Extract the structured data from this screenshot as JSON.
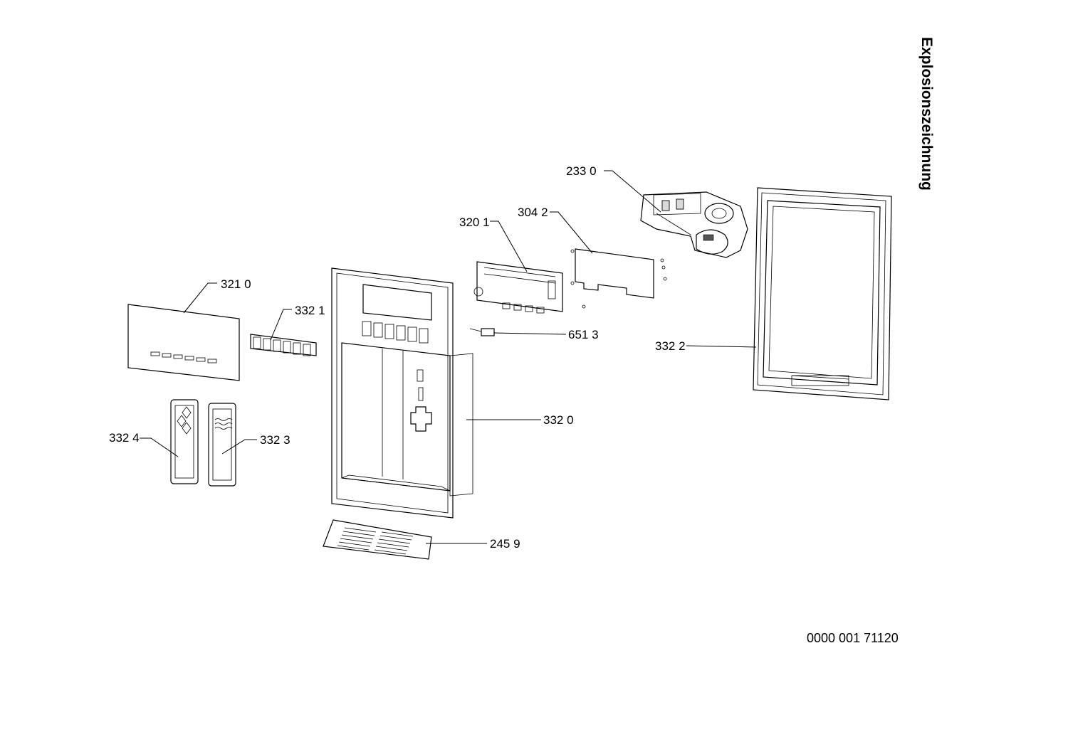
{
  "title": "Explosionszeichnung",
  "document_number": "0000 001 71120",
  "callouts": [
    {
      "id": "2330",
      "label": "233 0"
    },
    {
      "id": "3042",
      "label": "304 2"
    },
    {
      "id": "3201",
      "label": "320 1"
    },
    {
      "id": "3210",
      "label": "321 0"
    },
    {
      "id": "3321",
      "label": "332 1"
    },
    {
      "id": "6513",
      "label": "651 3"
    },
    {
      "id": "3322",
      "label": "332 2"
    },
    {
      "id": "3320",
      "label": "332 0"
    },
    {
      "id": "3324",
      "label": "332 4"
    },
    {
      "id": "3323",
      "label": "332 3"
    },
    {
      "id": "2459",
      "label": "245 9"
    }
  ]
}
